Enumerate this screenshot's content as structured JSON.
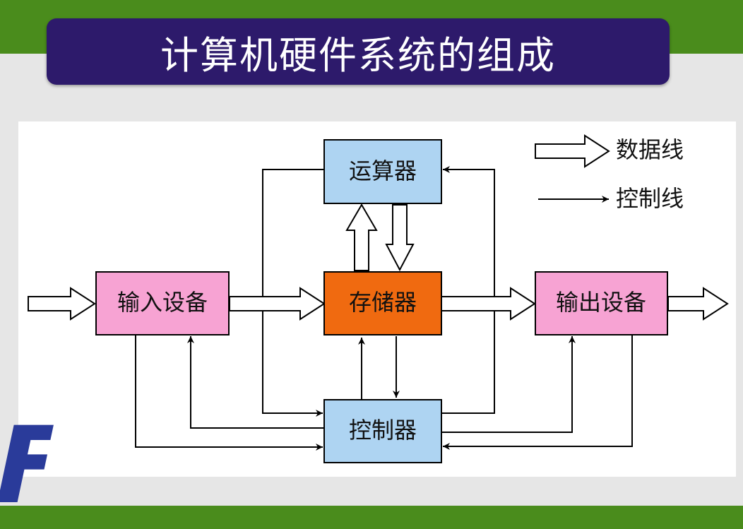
{
  "title": "计算机硬件系统的组成",
  "components": {
    "alu": {
      "label": "运算器",
      "color": "#aed4f2"
    },
    "memory": {
      "label": "存储器",
      "color": "#f06a10"
    },
    "input": {
      "label": "输入设备",
      "color": "#f7a3d3"
    },
    "output": {
      "label": "输出设备",
      "color": "#f7a3d3"
    },
    "controller": {
      "label": "控制器",
      "color": "#aed4f2"
    }
  },
  "legend": {
    "data_line": "数据线",
    "control_line": "控制线"
  },
  "colors": {
    "band": "#4a8c1c",
    "banner": "#2d1a6b",
    "line": "#000000"
  }
}
